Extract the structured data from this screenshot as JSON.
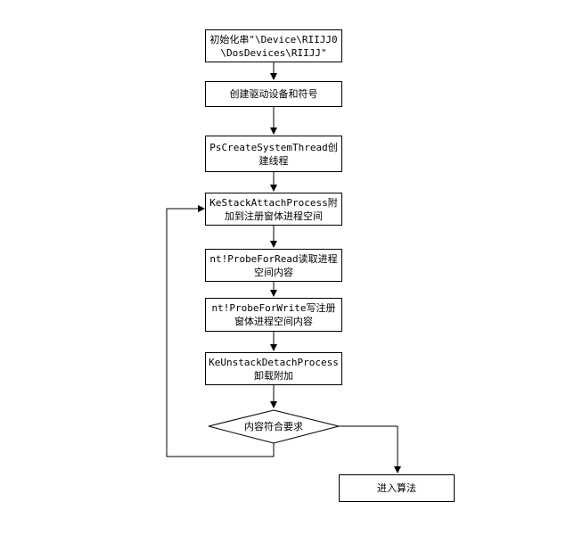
{
  "flowchart": {
    "steps": [
      {
        "id": "init",
        "text": "初始化串\"\\Device\\RIIJJ0\n\\DosDevices\\RIIJJ\""
      },
      {
        "id": "create",
        "text": "创建驱动设备和符号"
      },
      {
        "id": "thread",
        "text": "PsCreateSystemThread创\n建线程"
      },
      {
        "id": "attach",
        "text": "KeStackAttachProcess附\n加到注册窗体进程空间"
      },
      {
        "id": "read",
        "text": "nt!ProbeForRead读取进程\n空间内容"
      },
      {
        "id": "write",
        "text": "nt!ProbeForWrite写注册\n窗体进程空间内容"
      },
      {
        "id": "detach",
        "text": "KeUnstackDetachProcess\n卸载附加"
      }
    ],
    "decision": {
      "text": "内容符合要求"
    },
    "end": {
      "text": "进入算法"
    }
  }
}
